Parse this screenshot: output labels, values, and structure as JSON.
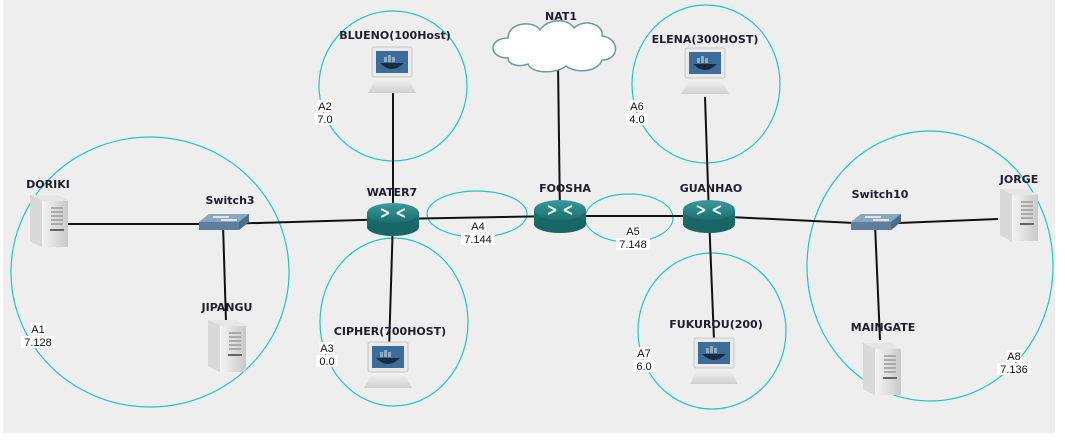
{
  "diagram": {
    "title": "Network topology",
    "nodes": {
      "doriki": {
        "label": "DORIKI",
        "type": "server",
        "icon": "server-icon"
      },
      "switch3": {
        "label": "Switch3",
        "type": "switch",
        "icon": "switch-icon"
      },
      "jipangu": {
        "label": "JIPANGU",
        "type": "server",
        "icon": "server-icon"
      },
      "water7": {
        "label": "WATER7",
        "type": "router",
        "icon": "router-icon"
      },
      "blueno": {
        "label": "BLUENO(100Host)",
        "type": "docker-host",
        "icon": "docker-host-icon"
      },
      "cipher": {
        "label": "CIPHER(700HOST)",
        "type": "docker-host",
        "icon": "docker-host-icon"
      },
      "nat1": {
        "label": "NAT1",
        "type": "cloud",
        "icon": "cloud-icon"
      },
      "foosha": {
        "label": "FOOSHA",
        "type": "router",
        "icon": "router-icon"
      },
      "guanhao": {
        "label": "GUANHAO",
        "type": "router",
        "icon": "router-icon"
      },
      "elena": {
        "label": "ELENA(300HOST)",
        "type": "docker-host",
        "icon": "docker-host-icon"
      },
      "fukurou": {
        "label": "FUKUROU(200)",
        "type": "docker-host",
        "icon": "docker-host-icon"
      },
      "switch10": {
        "label": "Switch10",
        "type": "switch",
        "icon": "switch-icon"
      },
      "jorge": {
        "label": "JORGE",
        "type": "server",
        "icon": "server-icon"
      },
      "maingate": {
        "label": "MAINGATE",
        "type": "server",
        "icon": "server-icon"
      }
    },
    "links": [
      [
        "doriki",
        "switch3"
      ],
      [
        "switch3",
        "jipangu"
      ],
      [
        "switch3",
        "water7"
      ],
      [
        "water7",
        "blueno"
      ],
      [
        "water7",
        "cipher"
      ],
      [
        "water7",
        "foosha"
      ],
      [
        "nat1",
        "foosha"
      ],
      [
        "foosha",
        "guanhao"
      ],
      [
        "guanhao",
        "elena"
      ],
      [
        "guanhao",
        "fukurou"
      ],
      [
        "guanhao",
        "switch10"
      ],
      [
        "switch10",
        "jorge"
      ],
      [
        "switch10",
        "maingate"
      ]
    ],
    "areas": {
      "a1": {
        "name": "A1",
        "value": "7.128"
      },
      "a2": {
        "name": "A2",
        "value": "7.0"
      },
      "a3": {
        "name": "A3",
        "value": "0.0"
      },
      "a4": {
        "name": "A4",
        "value": "7.144"
      },
      "a5": {
        "name": "A5",
        "value": "7.148"
      },
      "a6": {
        "name": "A6",
        "value": "4.0"
      },
      "a7": {
        "name": "A7",
        "value": "6.0"
      },
      "a8": {
        "name": "A8",
        "value": "7.136"
      }
    },
    "colors": {
      "canvas": "#eeeeee",
      "area_outline": "#1ec6c6",
      "link": "#111111",
      "router": "#1f7f7f",
      "switch": "#6a8fad"
    }
  }
}
